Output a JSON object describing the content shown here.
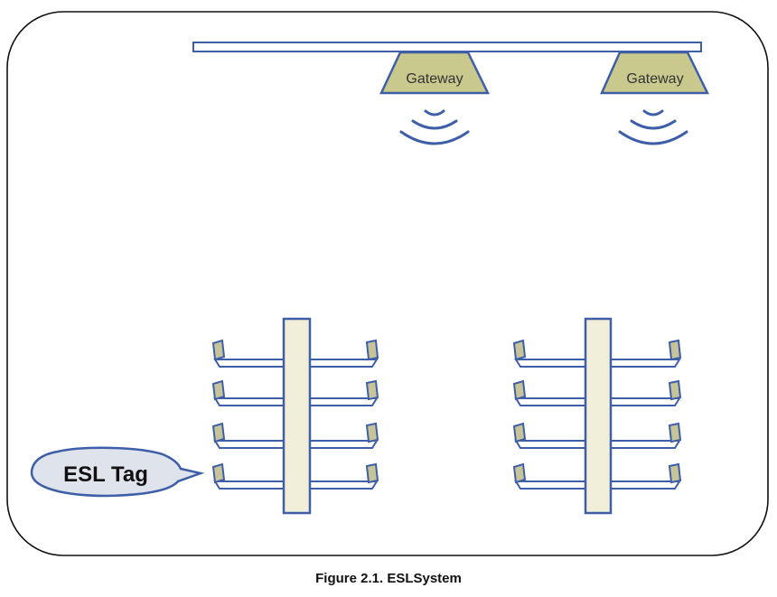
{
  "gateways": [
    {
      "label": "Gateway"
    },
    {
      "label": "Gateway"
    }
  ],
  "callout": {
    "label": "ESL Tag"
  },
  "caption": "Figure 2.1. ESLSystem",
  "colors": {
    "line": "#3e5fa8",
    "gateway_fill": "#c9c98e",
    "tag_fill": "#c8c49a",
    "shelf_fill": "#ffffff",
    "post_fill": "#f1efd9",
    "callout_fill": "#dfe4ec",
    "border": "#111111"
  }
}
